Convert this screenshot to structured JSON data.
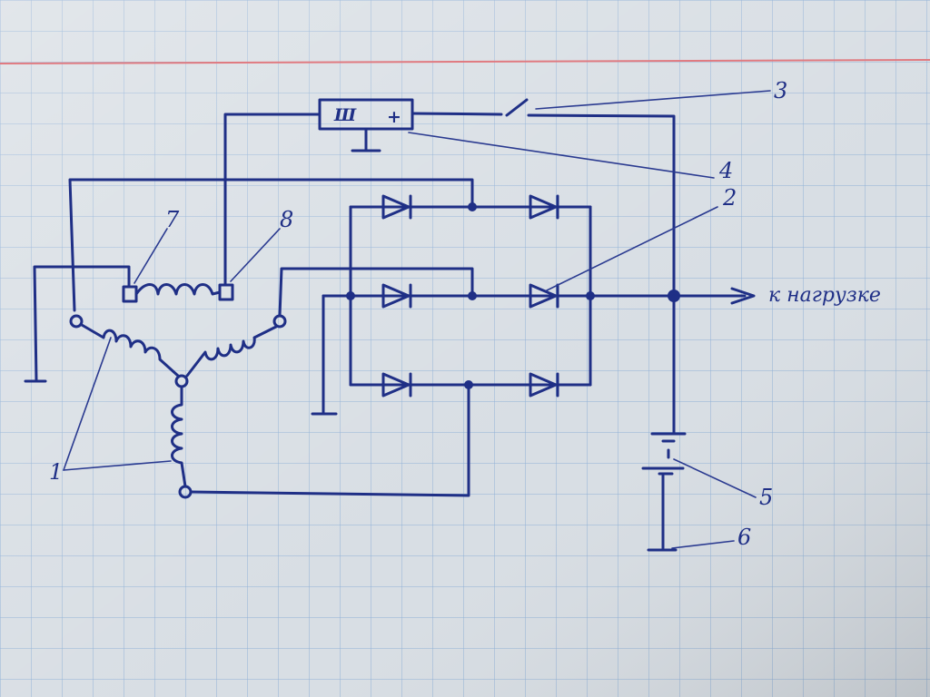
{
  "labels": {
    "n1": "1",
    "n2": "2",
    "n3": "3",
    "n4": "4",
    "n5": "5",
    "n6": "6",
    "n7": "7",
    "n8": "8",
    "load": "к нагрузке",
    "box_sh": "Ш",
    "box_plus": "+"
  },
  "colors": {
    "paper": "#d8dee4",
    "grid": "#8fb0d6",
    "margin_line": "#e07a80",
    "ink": "#1f2f86"
  }
}
